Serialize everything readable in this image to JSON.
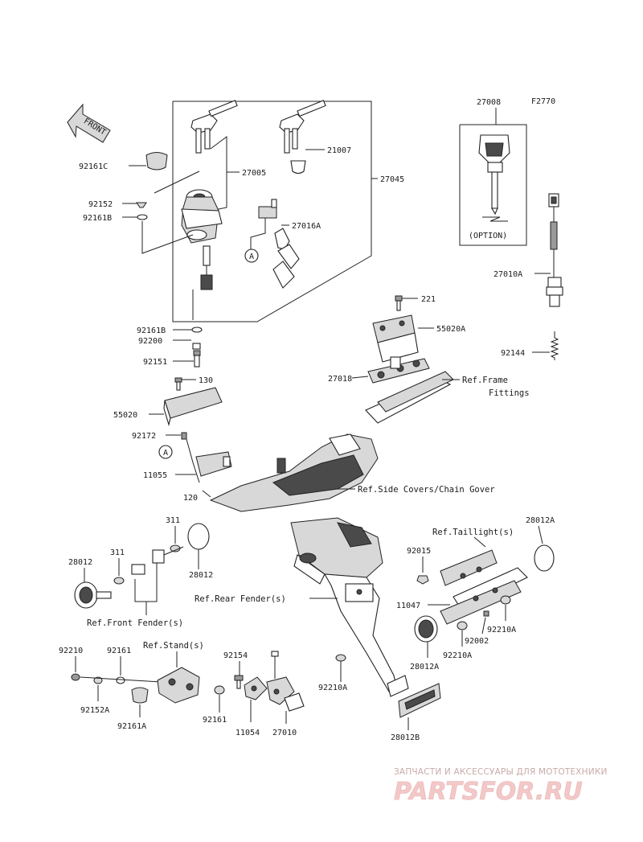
{
  "diagram_code": "F2770",
  "front_arrow": "FRONT",
  "option_label": "(OPTION)",
  "circle_marker": "A",
  "part_numbers": {
    "p27008": "27008",
    "p92161C": "92161C",
    "p27005": "27005",
    "p21007": "21007",
    "p27045": "27045",
    "p92152": "92152",
    "p92161B_top": "92161B",
    "p27016A": "27016A",
    "p27010A": "27010A",
    "p92144": "92144",
    "p92161B_low": "92161B",
    "p92200": "92200",
    "p92151": "92151",
    "p221": "221",
    "p55020A": "55020A",
    "p27018": "27018",
    "p130": "130",
    "p55020": "55020",
    "p92172": "92172",
    "p11055": "11055",
    "p120": "120",
    "p311_top": "311",
    "p28012A_top": "28012A",
    "p28012_left": "28012",
    "p311_left": "311",
    "p28012_mid": "28012",
    "p92015": "92015",
    "p11047": "11047",
    "p92210A_right": "92210A",
    "p92002": "92002",
    "p92210A_mid": "92210A",
    "p28012A_low": "28012A",
    "p92210": "92210",
    "p92161": "92161",
    "p92154": "92154",
    "p92152A": "92152A",
    "p92161A": "92161A",
    "p92161_low": "92161",
    "p11054": "11054",
    "p27010": "27010",
    "p92210A_low": "92210A",
    "p28012B": "28012B"
  },
  "references": {
    "frame_fittings_1": "Ref.Frame",
    "frame_fittings_2": "Fittings",
    "side_covers": "Ref.Side Covers/Chain Gover",
    "taillight": "Ref.Taillight(s)",
    "front_fender": "Ref.Front Fender(s)",
    "rear_fender": "Ref.Rear Fender(s)",
    "stand": "Ref.Stand(s)"
  },
  "watermark": {
    "tagline": "ЗАПЧАСТИ И АКСЕССУАРЫ ДЛЯ МОТОТЕХНИКИ",
    "brand": "PARTSFOR.RU"
  }
}
